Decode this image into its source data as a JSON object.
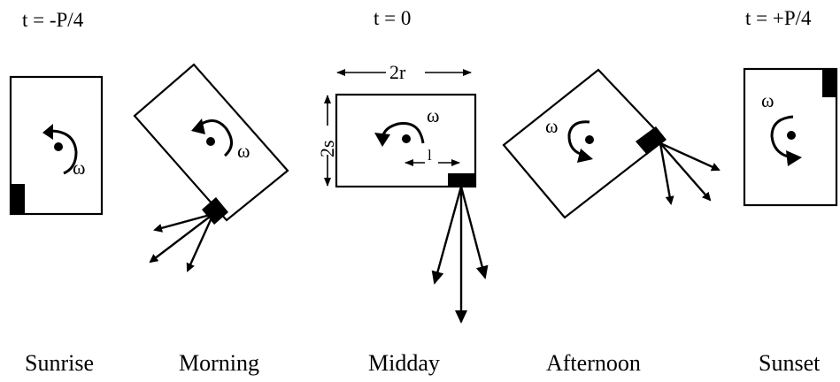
{
  "times": {
    "sunrise": "t = -P/4",
    "midday": "t = 0",
    "sunset": "t = +P/4"
  },
  "phases": {
    "sunrise": "Sunrise",
    "morning": "Morning",
    "midday": "Midday",
    "afternoon": "Afternoon",
    "sunset": "Sunset"
  },
  "symbols": {
    "omega": "ω",
    "width_label": "2r",
    "height_label": "2s",
    "length_label": "l"
  }
}
